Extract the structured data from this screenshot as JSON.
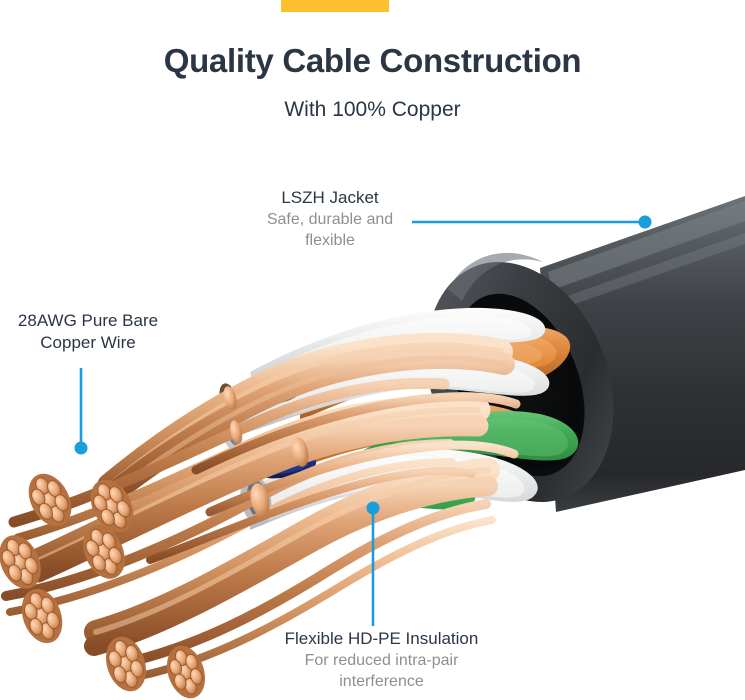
{
  "page": {
    "background_color": "#ffffff",
    "accent_color": "#fcc02e",
    "heading_color": "#2b3645",
    "muted_text_color": "#8d8f92",
    "leader_color": "#1a9ddb"
  },
  "header": {
    "title": "Quality Cable Construction",
    "subtitle": "With 100% Copper"
  },
  "callouts": [
    {
      "id": "lszh-jacket",
      "title": "LSZH Jacket",
      "subtitle_line1": "Safe, durable and",
      "subtitle_line2": "flexible",
      "leader": "horizontal-right-to-dot"
    },
    {
      "id": "copper-wire",
      "title_line1": "28AWG Pure Bare",
      "title_line2": "Copper Wire",
      "leader": "vertical-down-to-dot"
    },
    {
      "id": "hdpe-insulation",
      "title": "Flexible HD-PE Insulation",
      "subtitle_line1": "For reduced intra-pair",
      "subtitle_line2": "interference",
      "leader": "vertical-up-to-dot"
    }
  ],
  "illustration": {
    "name": "cutaway-network-cable",
    "jacket_color": "#3b3e42",
    "jacket_dark_color": "#1d1f22",
    "jacket_highlight_color": "#6b7076",
    "pair_colors": {
      "orange": "#e08b3f",
      "white_gray": "#e3e4e6",
      "green": "#3faa53",
      "blue": "#1d2f7e",
      "brown": "#8a6947"
    },
    "copper_light": "#f0bc94",
    "copper_mid": "#c98456",
    "copper_dark": "#9a5b33"
  }
}
